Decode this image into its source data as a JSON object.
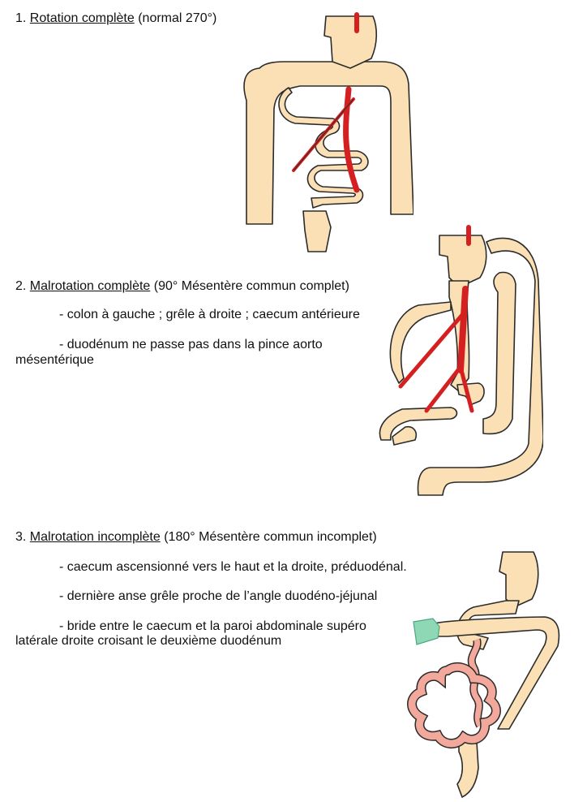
{
  "sections": [
    {
      "num": "1.",
      "title": "Rotation complète",
      "title_rest": "(normal 270°)",
      "bullets": []
    },
    {
      "num": "2.",
      "title": "Malrotation complète",
      "title_rest": "(90° Mésentère commun complet)",
      "bullets": [
        "- colon à gauche ; grêle à droite ; caecum antérieure",
        "- duodénum ne passe pas dans la pince aorto",
        "mésentérique"
      ]
    },
    {
      "num": "3.",
      "title": "Malrotation incomplète",
      "title_rest": "(180° Mésentère commun incomplet)",
      "bullets": [
        "- caecum ascensionné vers le haut et la droite, préduodénal.",
        "- dernière anse grêle proche de l’angle duodéno-jéjunal",
        "- bride entre le caecum et la paroi abdominale supéro",
        "latérale droite croisant le deuxième duodénum"
      ]
    }
  ],
  "colors": {
    "bowel_fill": "#FBE0B5",
    "outline": "#2b2b2b",
    "vessel": "#D42020",
    "small_bowel_pink": "#F2A89A",
    "band": "#8FD8B5"
  },
  "icons": [
    "rotation-diagram",
    "malrotation-complete-diagram",
    "malrotation-incomplete-diagram"
  ]
}
